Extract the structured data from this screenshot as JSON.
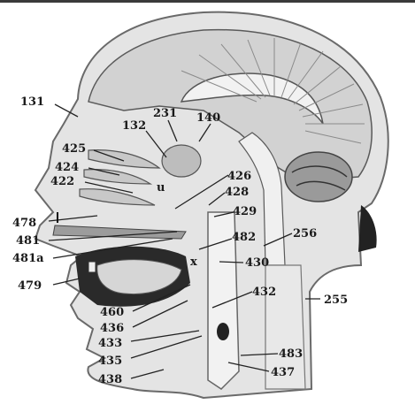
{
  "labels": [
    {
      "id": "l131",
      "text": "131"
    },
    {
      "id": "l231",
      "text": "231"
    },
    {
      "id": "l132",
      "text": "132"
    },
    {
      "id": "l140",
      "text": "140"
    },
    {
      "id": "l425",
      "text": "425"
    },
    {
      "id": "l424",
      "text": "424"
    },
    {
      "id": "l422",
      "text": "422"
    },
    {
      "id": "lu",
      "text": "u"
    },
    {
      "id": "l426",
      "text": "426"
    },
    {
      "id": "l428",
      "text": "428"
    },
    {
      "id": "l429",
      "text": "429"
    },
    {
      "id": "l478",
      "text": "478"
    },
    {
      "id": "l481",
      "text": "481"
    },
    {
      "id": "l481a",
      "text": "481a"
    },
    {
      "id": "l482",
      "text": "482"
    },
    {
      "id": "l256",
      "text": "256"
    },
    {
      "id": "lx",
      "text": "x"
    },
    {
      "id": "l430",
      "text": "430"
    },
    {
      "id": "l479",
      "text": "479"
    },
    {
      "id": "l432",
      "text": "432"
    },
    {
      "id": "l255",
      "text": "255"
    },
    {
      "id": "l460",
      "text": "460"
    },
    {
      "id": "l436",
      "text": "436"
    },
    {
      "id": "l433",
      "text": "433"
    },
    {
      "id": "l435",
      "text": "435"
    },
    {
      "id": "l483",
      "text": "483"
    },
    {
      "id": "l437",
      "text": "437"
    },
    {
      "id": "l438",
      "text": "438"
    }
  ]
}
